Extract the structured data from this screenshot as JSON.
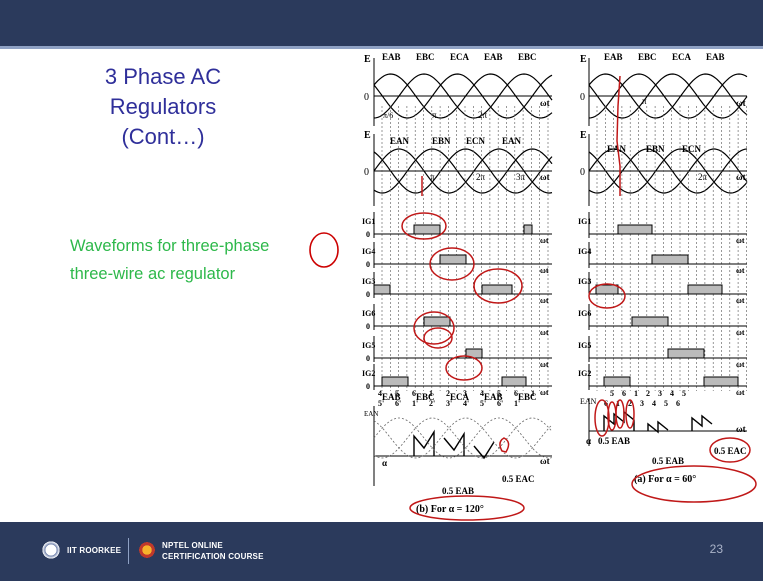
{
  "slide": {
    "title_line1": "3 Phase AC Regulators",
    "title_line2": "(Cont…)",
    "subtitle_line1": "Waveforms for three-phase",
    "subtitle_line2": "three-wire ac regulator",
    "page_number": "23"
  },
  "footer": {
    "org": "IIT ROORKEE",
    "course_line1": "NPTEL ONLINE",
    "course_line2": "CERTIFICATION COURSE"
  },
  "figure": {
    "E": "E",
    "zero": "0",
    "wt": "ωt",
    "pi6": "π/6",
    "pi": "π",
    "two_pi": "2π",
    "three_pi": "3π",
    "line_voltages": [
      "EAB",
      "EBC",
      "ECA",
      "EAB",
      "EBC"
    ],
    "line_voltages_right": [
      "EAB",
      "EBC",
      "ECA",
      "EAB"
    ],
    "phase_voltages": [
      "EAN",
      "EBN",
      "ECN",
      "EAN"
    ],
    "phase_voltages_right": [
      "EAN",
      "EBN",
      "ECN"
    ],
    "currents": [
      "IG1",
      "IG4",
      "IG3",
      "IG6",
      "IG5",
      "IG2"
    ],
    "seq_top_left": [
      "4",
      "5",
      "6",
      "1",
      "2",
      "3",
      "4",
      "5",
      "6",
      "1"
    ],
    "seq_bot_left": [
      "5'",
      "6'",
      "1'",
      "2'",
      "3'",
      "4'",
      "5'",
      "6'",
      "1'"
    ],
    "seq_top_right": [
      "5",
      "6",
      "1",
      "2",
      "3",
      "4",
      "5"
    ],
    "seq_bot_right": [
      "6",
      "1",
      "2",
      "3",
      "4",
      "5",
      "6"
    ],
    "ean_label": "EAN",
    "half_eab": "0.5 EAB",
    "half_eac": "0.5 EAC",
    "left_caption": "(b) For α = 120°",
    "right_caption": "(a) For α = 60°",
    "alpha": "α",
    "left_bottom_labels": [
      "EAB",
      "EBC",
      "ECA",
      "EAB",
      "EBC"
    ]
  }
}
